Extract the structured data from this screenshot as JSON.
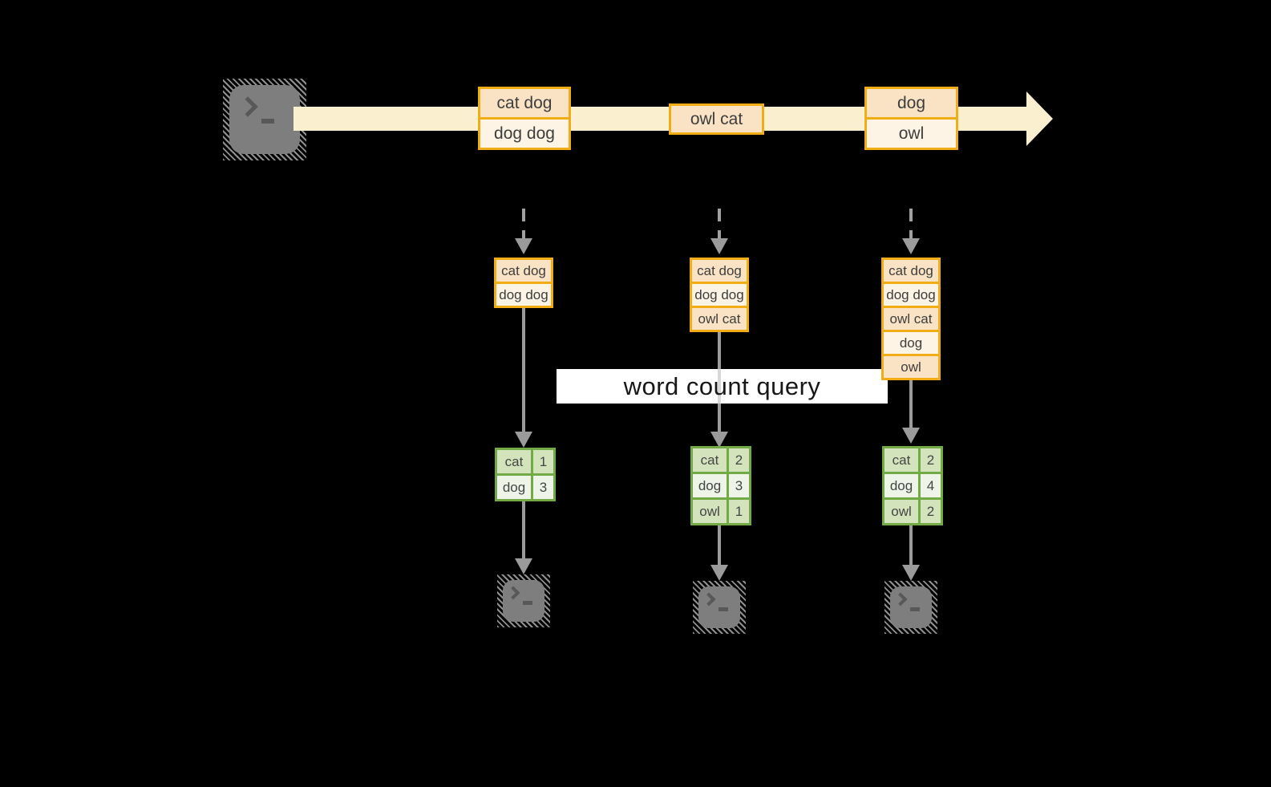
{
  "query_label": "word count query",
  "stream_batches": [
    {
      "lines": [
        "cat dog",
        "dog dog"
      ]
    },
    {
      "lines": [
        "owl cat"
      ]
    },
    {
      "lines": [
        "dog",
        "owl"
      ]
    }
  ],
  "columns": [
    {
      "state": [
        "cat dog",
        "dog dog"
      ],
      "result": [
        {
          "word": "cat",
          "count": "1"
        },
        {
          "word": "dog",
          "count": "3"
        }
      ]
    },
    {
      "state": [
        "cat dog",
        "dog dog",
        "owl cat"
      ],
      "result": [
        {
          "word": "cat",
          "count": "2"
        },
        {
          "word": "dog",
          "count": "3"
        },
        {
          "word": "owl",
          "count": "1"
        }
      ]
    },
    {
      "state": [
        "cat dog",
        "dog dog",
        "owl cat",
        "dog",
        "owl"
      ],
      "result": [
        {
          "word": "cat",
          "count": "2"
        },
        {
          "word": "dog",
          "count": "4"
        },
        {
          "word": "owl",
          "count": "2"
        }
      ]
    }
  ],
  "icons": {
    "source": "terminal-icon",
    "sinks": [
      "terminal-icon",
      "terminal-icon",
      "terminal-icon"
    ]
  },
  "palette": {
    "background": "#000000",
    "stream_band": "#faf0d0",
    "box_border_gold": "#f1ad16",
    "box_fill_peach": "#fae3c5",
    "box_fill_cream": "#fdf4e5",
    "table_border_green": "#72ab45",
    "table_fill_dark": "#d3e4bd",
    "table_fill_pale": "#eef4e7",
    "arrow_gray": "#9b9b9b",
    "terminal_gray": "#7e7e7e",
    "label_bg": "#ffffff"
  }
}
